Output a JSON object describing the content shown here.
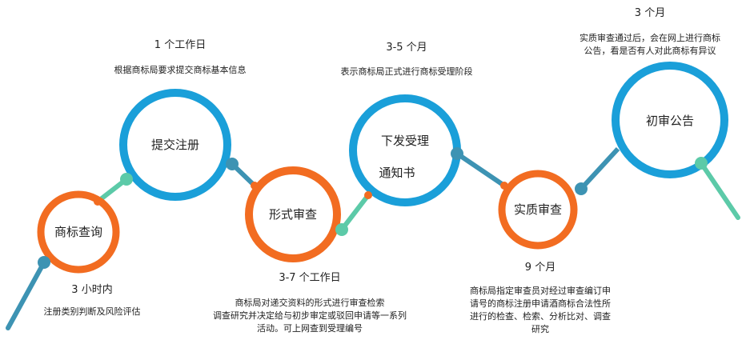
{
  "colors": {
    "blue": "#1a9fd9",
    "orange": "#f26c21",
    "teal": "#3d93b3",
    "mint": "#5ccaa8"
  },
  "steps": [
    {
      "name": "商标查询",
      "time": "3 小时内",
      "desc": [
        "注册类别判断及风险评估"
      ]
    },
    {
      "name": "提交注册",
      "time": "1 个工作日",
      "desc": [
        "根据商标局要求提交商标基本信息"
      ]
    },
    {
      "name": "形式审查",
      "time": "3-7 个工作日",
      "desc": [
        "商标局对递交资料的形式进行审查检索",
        "调查研究并决定给与初步审定或驳回申请等一系列",
        "活动。可上网查到受理编号"
      ]
    },
    {
      "name_lines": [
        "下发受理",
        "通知书"
      ],
      "time": "3-5 个月",
      "desc": [
        "表示商标局正式进行商标受理阶段"
      ]
    },
    {
      "name": "实质审查",
      "time": "9 个月",
      "desc": [
        "商标局指定审查员对经过审查编订申",
        "请号的商标注册申请酒商标合法性所",
        "进行的检查、检索、分析比对、调查",
        "研究"
      ]
    },
    {
      "name": "初审公告",
      "time": "3 个月",
      "desc": [
        "实质审查通过后，会在网上进行商标",
        "公告，看是否有人对此商标有异议"
      ]
    }
  ]
}
